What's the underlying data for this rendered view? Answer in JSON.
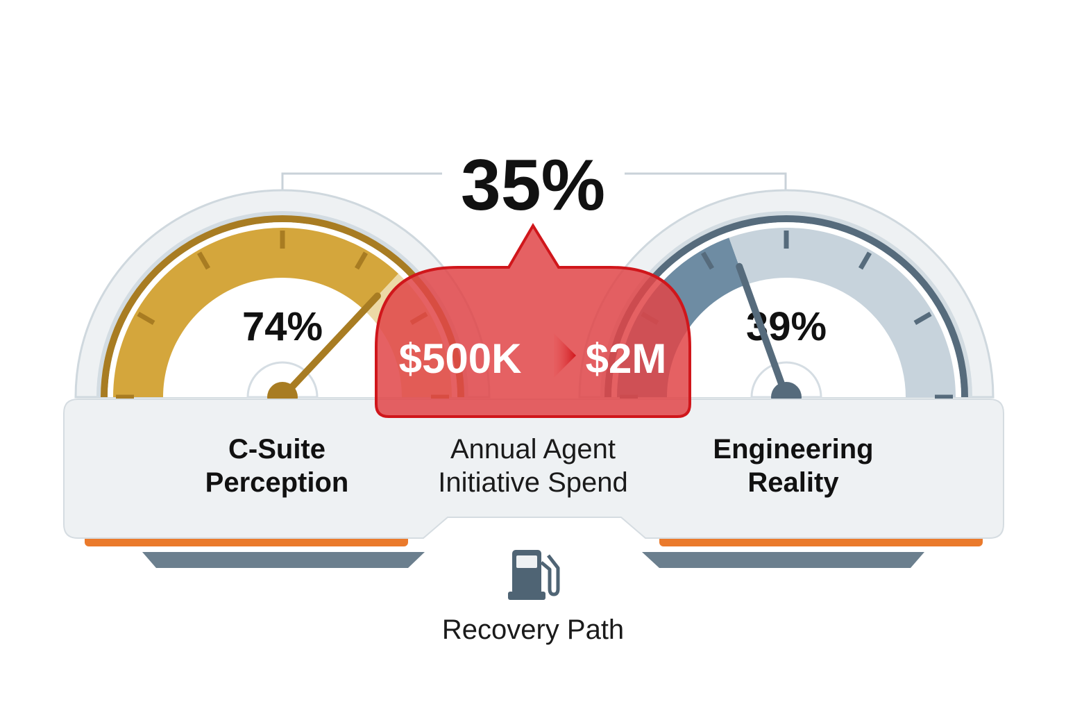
{
  "headline": "35%",
  "left_gauge": {
    "value_label": "74%",
    "value": 74,
    "label_line1": "C-Suite",
    "label_line2": "Perception",
    "colors": {
      "fill": "#d4a63c",
      "rim": "#a87c22",
      "remainder": "#ecd9a6",
      "needle": "#a87c22"
    }
  },
  "right_gauge": {
    "value_label": "39%",
    "value": 39,
    "label_line1": "Engineering",
    "label_line2": "Reality",
    "colors": {
      "fill": "#6e8ca3",
      "rim": "#566b7c",
      "remainder": "#c7d3dc",
      "needle": "#566b7c"
    }
  },
  "callout": {
    "from": "$500K",
    "to": "$2M",
    "label_line1": "Annual Agent",
    "label_line2": "Initiative Spend",
    "arrow_icon": "arrow-right-icon",
    "colors": {
      "fill": "#e04548",
      "stroke": "#d0161b"
    }
  },
  "footer": {
    "icon": "fuel-pump-icon",
    "label": "Recovery Path"
  },
  "colors": {
    "accent_orange": "#ea7a2c",
    "panel": "#eef1f3",
    "shadow": "#6b7f8e"
  }
}
